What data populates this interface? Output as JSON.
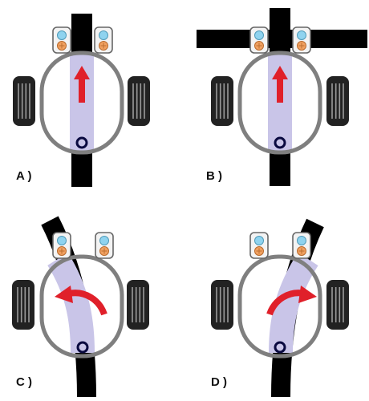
{
  "panels": [
    {
      "id": "A",
      "label": "A )",
      "track": "straight",
      "arrow": "straight"
    },
    {
      "id": "B",
      "label": "B )",
      "track": "cross",
      "arrow": "straight"
    },
    {
      "id": "C",
      "label": "C )",
      "track": "curve-left",
      "arrow": "curve-left"
    },
    {
      "id": "D",
      "label": "D )",
      "track": "curve-right",
      "arrow": "curve-right"
    }
  ],
  "colors": {
    "track": "#000000",
    "body_outline": "#7f7f7f",
    "path": "#c9c5e8",
    "arrow": "#e0202a",
    "wheel": "#222222",
    "wheel_tread": "#9a9a9a",
    "sensor_top": "#8fd3ef",
    "sensor_bottom": "#f0a060",
    "pivot": "#0a0a40"
  },
  "icons": [
    "line-sensor-icon",
    "wheel-icon",
    "direction-arrow-icon",
    "pivot-icon"
  ]
}
